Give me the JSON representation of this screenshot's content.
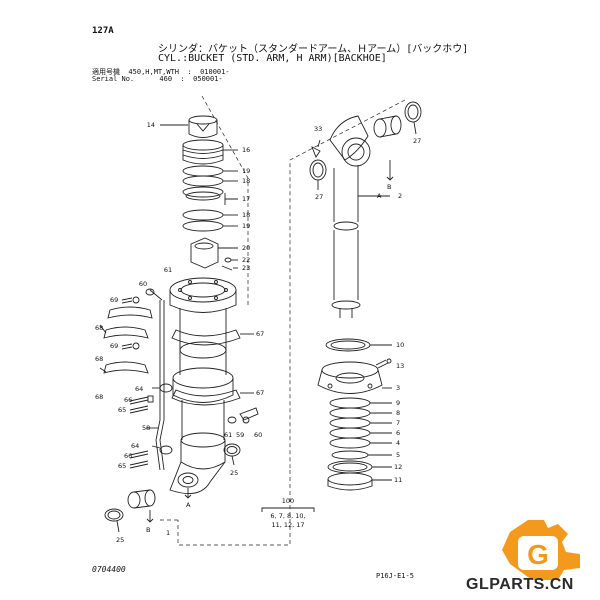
{
  "header": {
    "page_code": "127A",
    "title_jp": "シリンダ：バケット（スタンダードアーム、Ｈアーム）[バックホウ]",
    "title_en": "CYL.:BUCKET (STD. ARM, H ARM)[BACKHOE]",
    "serial_line1": "適用号機  450,H,MT,WTH  :  010001-",
    "serial_line2": "Serial No.      460  :  050001-"
  },
  "callouts": {
    "c14": "14",
    "c16": "16",
    "c19a": "19",
    "c18a": "18",
    "c17": "17",
    "c18b": "18",
    "c19b": "19",
    "c20": "20",
    "c22": "22",
    "c23": "23",
    "c61a": "61",
    "c60a": "60",
    "c69a": "69",
    "c68a": "68",
    "c67a": "67",
    "c69b": "69",
    "c68b": "68",
    "c64a": "64",
    "c66a": "66",
    "c65a": "65",
    "c67b": "67",
    "c58": "58",
    "c61b": "61",
    "c59": "59",
    "c60b": "60",
    "c64b": "64",
    "c66b": "66",
    "c65b": "65",
    "c25a": "25",
    "cA1": "A",
    "cB1": "B",
    "c1": "1",
    "c25b": "25",
    "c33": "33",
    "c27a": "27",
    "c27b": "27",
    "cB2": "B",
    "cA2": "A",
    "c2": "2",
    "c10": "10",
    "c13": "13",
    "c3": "3",
    "c9": "9",
    "c8": "8",
    "c7": "7",
    "c6": "6",
    "c4": "4",
    "c5": "5",
    "c12": "12",
    "c11": "11",
    "kit_no": "100",
    "kit_line1": "6, 7, 8, 10,",
    "kit_line2": "11, 12, 17"
  },
  "footer": {
    "ref_left": "0704400",
    "ref_right": "P16J-E1-5"
  },
  "watermark": {
    "text": "GLPARTS.CN",
    "logo_letter": "G",
    "colors": {
      "orange": "#f39a1e",
      "dark": "#2a2a2a"
    }
  }
}
